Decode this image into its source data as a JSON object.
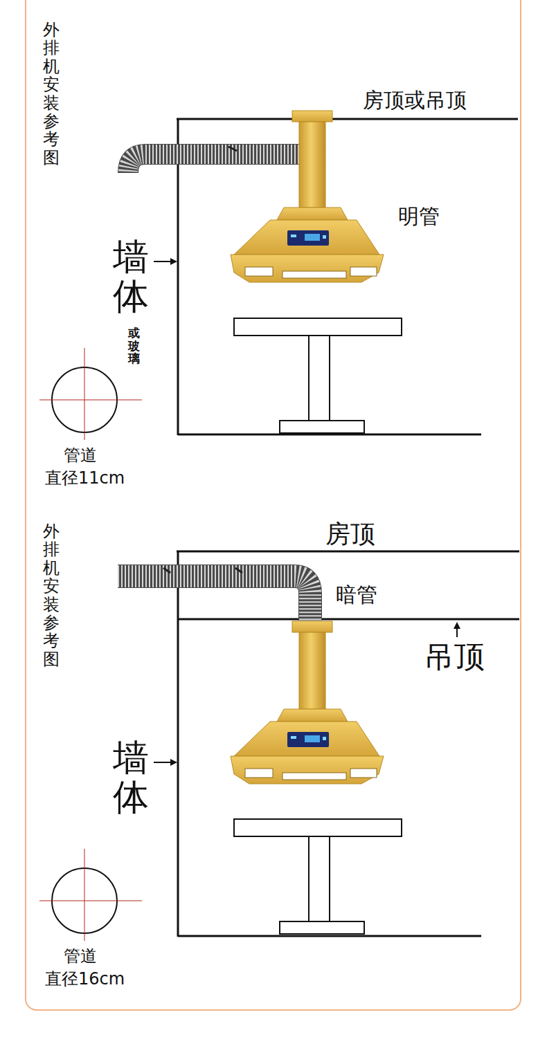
{
  "diagram": {
    "labels": [
      "外排机安装参考图",
      "房顶或吊顶",
      "明管",
      "墙体",
      "或玻璃",
      "管道",
      "直径11cm",
      "外排机安装参考图",
      "房顶",
      "暗管",
      "吊顶",
      "墙体",
      "管道",
      "直径16cm"
    ]
  }
}
